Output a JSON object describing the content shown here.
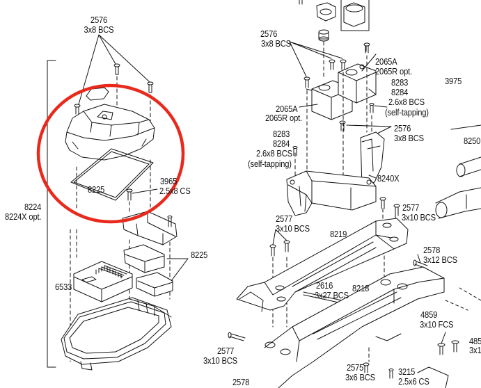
{
  "diagram": {
    "highlight_color": "#e8291c",
    "line_color": "#111111",
    "labels": {
      "p2576_top_num": "2576",
      "p2576_top_spec": "3x8 BCS",
      "p2576_mid_num": "2576",
      "p2576_mid_spec": "3x8 BCS",
      "p2576_right_num": "2576",
      "p2576_right_spec": "3x8 BCS",
      "p2065a_right": "2065A",
      "p2065r_right": "2065R opt.",
      "p2065a_left": "2065A",
      "p2065r_left": "2065R opt.",
      "p8283_right": "8283",
      "p8284_right": "8284",
      "p26x8_right": "2.6x8 BCS",
      "selftap_right": "(self-tapping)",
      "p8283_left": "8283",
      "p8284_left": "8284",
      "p26x8_left": "2.6x8 BCS",
      "selftap_left": "(self-tapping)",
      "p3975": "3975",
      "p8250": "8250",
      "p8240x": "8240X",
      "p3965_num": "3965",
      "p3965_spec": "2.5x8 CS",
      "p8225_gasket": "8225",
      "p8225_pads": "8225",
      "p8224": "8224",
      "p8224x": "8224X opt.",
      "p6533": "6533",
      "p2577_a_num": "2577",
      "p2577_a_spec": "3x10 BCS",
      "p2577_b_num": "2577",
      "p2577_b_spec": "3x10 BCS",
      "p2577_c_num": "2577",
      "p2577_c_spec": "3x10 BCS",
      "p8219": "8219",
      "p2578_a_num": "2578",
      "p2578_a_spec": "3x12 BCS",
      "p2578_b": "2578",
      "p2616_num": "2616",
      "p2616_spec": "3x27 BCS",
      "p8218": "8218",
      "p4859_a_num": "4859",
      "p4859_a_spec": "3x10 FCS",
      "p4859_b_num": "485",
      "p4859_b_spec": "3x1",
      "p2575_num": "2575",
      "p2575_spec": "3x6 BCS",
      "p3215_num": "3215",
      "p3215_spec": "2.5x6 CS"
    }
  }
}
